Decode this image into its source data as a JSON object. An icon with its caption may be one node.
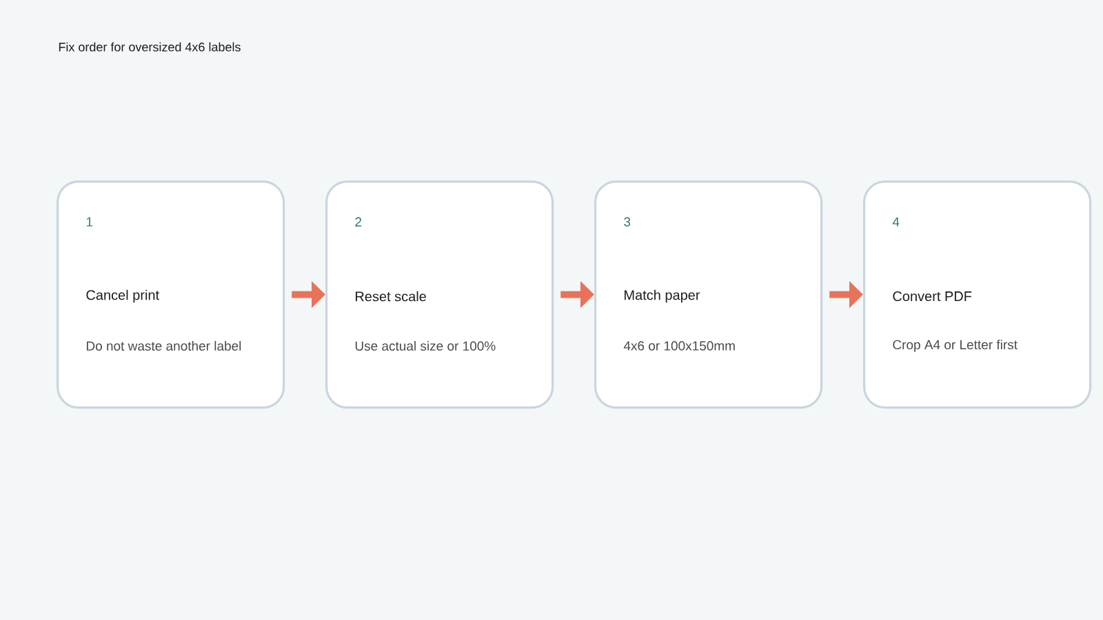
{
  "diagram": {
    "title": "Fix order for oversized 4x6 labels",
    "nodes": [
      {
        "text": [
          "1",
          "Cancel print",
          "Do not waste another label"
        ]
      },
      {
        "text": [
          "2",
          "Reset scale",
          "Use actual size or 100%"
        ]
      },
      {
        "text": [
          "3",
          "Match paper",
          "4x6 or 100x150mm"
        ]
      },
      {
        "text": [
          "4",
          "Convert PDF",
          "Crop A4 or Letter first"
        ]
      }
    ],
    "edges": [
      {
        "from": 0,
        "to": 1,
        "arrow": "to"
      },
      {
        "from": 1,
        "to": 2,
        "arrow": "to"
      },
      {
        "from": 2,
        "to": 3,
        "arrow": "to"
      }
    ]
  }
}
